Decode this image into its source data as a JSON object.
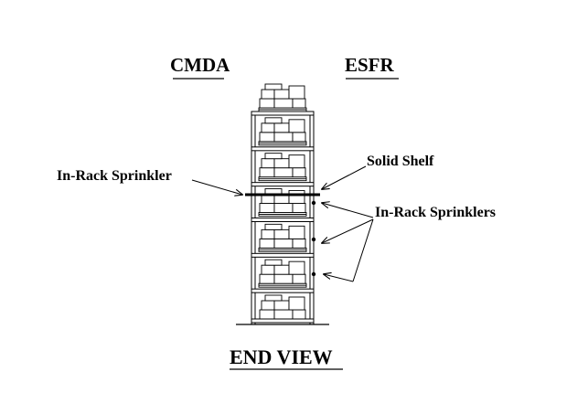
{
  "labels": {
    "cmda": "CMDA",
    "esfr": "ESFR",
    "in_rack_sprinkler": "In-Rack Sprinkler",
    "solid_shelf": "Solid Shelf",
    "in_rack_sprinklers": "In-Rack Sprinklers",
    "end_view": "END VIEW"
  },
  "rack": {
    "tiers": 6
  },
  "colors": {
    "line": "#000000",
    "background": "#ffffff"
  }
}
